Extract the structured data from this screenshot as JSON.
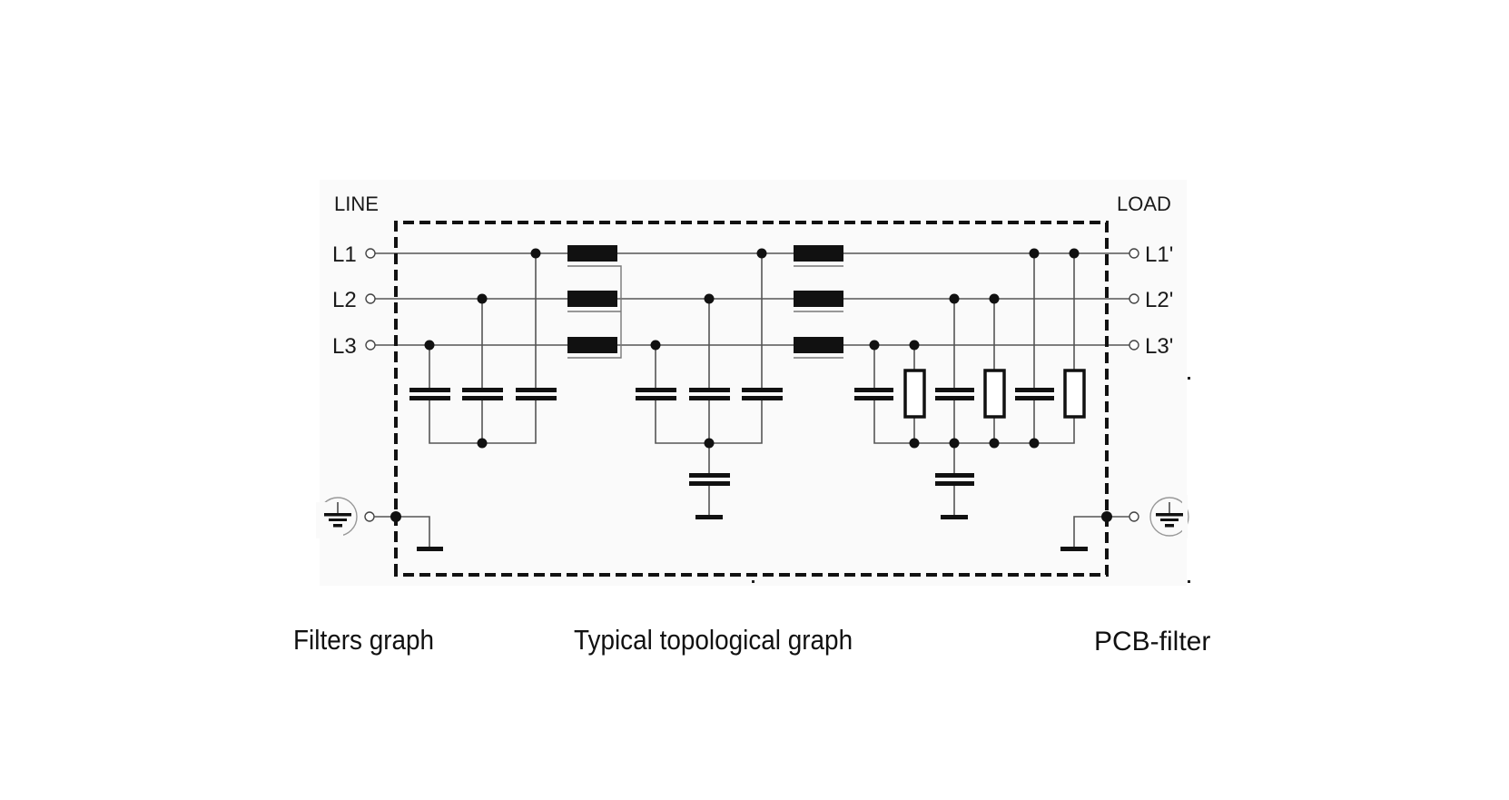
{
  "diagram": {
    "line_label": "LINE",
    "load_label": "LOAD",
    "line_terminals": [
      "L1",
      "L2",
      "L3"
    ],
    "load_terminals": [
      "L1'",
      "L2'",
      "L3'"
    ],
    "ground_symbol": "protective-earth-icon",
    "components": {
      "stage1_x_capacitors": 3,
      "common_mode_chokes": 2,
      "stage2_x_capacitors": 3,
      "stage2_y_capacitors": 1,
      "stage3_capacitors": 3,
      "stage3_resistors": 3,
      "stage3_y_capacitors": 1
    }
  },
  "captions": {
    "left": "Filters graph",
    "middle": "Typical topological graph",
    "right": "PCB-filter"
  },
  "colors": {
    "ink": "#111111",
    "wire": "#555555",
    "panel": "#fafafa"
  }
}
